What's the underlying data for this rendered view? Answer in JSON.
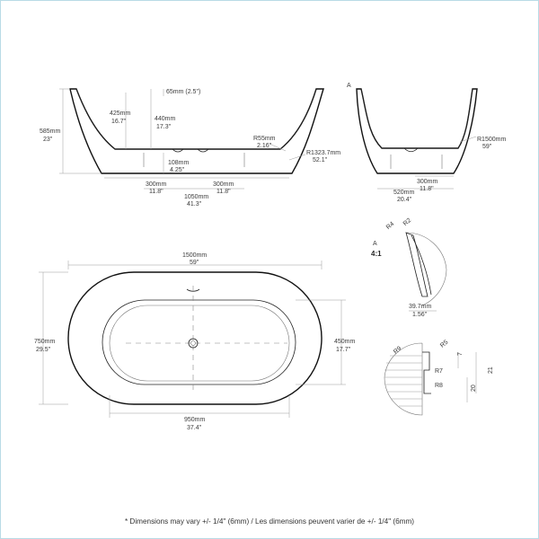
{
  "front_view": {
    "labels": {
      "d65": "65mm (2.5\")",
      "d425_mm": "425mm",
      "d425_in": "16.7\"",
      "d440_mm": "440mm",
      "d440_in": "17.3\"",
      "d585_mm": "585mm",
      "d585_in": "23\"",
      "r55_mm": "R55mm",
      "r55_in": "2.16\"",
      "r1323_mm": "R1323.7mm",
      "r1323_in": "52.1\"",
      "d108_mm": "108mm",
      "d108_in": "4.25\"",
      "d300a_mm": "300mm",
      "d300a_in": "11.8\"",
      "d300b_mm": "300mm",
      "d300b_in": "11.8\"",
      "d1050_mm": "1050mm",
      "d1050_in": "41.3\""
    }
  },
  "side_view": {
    "marker": "A",
    "labels": {
      "r1500_mm": "R1500mm",
      "r1500_in": "59\"",
      "d300_mm": "300mm",
      "d300_in": "11.8\"",
      "d520_mm": "520mm",
      "d520_in": "20.4\""
    }
  },
  "detail_a": {
    "marker": "A",
    "scale": "4:1",
    "labels": {
      "r4": "R4",
      "r2": "R2",
      "d39_mm": "39.7mm",
      "d39_in": "1.56\""
    }
  },
  "top_view": {
    "labels": {
      "d1500_mm": "1500mm",
      "d1500_in": "59\"",
      "d750_mm": "750mm",
      "d750_in": "29.5\"",
      "d450_mm": "450mm",
      "d450_in": "17.7\"",
      "d950_mm": "950mm",
      "d950_in": "37.4\""
    }
  },
  "drain_detail": {
    "labels": {
      "r9": "R9",
      "r5": "R5",
      "r7": "R7",
      "r8": "R8",
      "n7": "7",
      "n20": "20",
      "n21": "21"
    }
  },
  "footer": "* Dimensions may vary +/- 1/4\" (6mm) / Les dimensions peuvent varier de +/- 1/4\" (6mm)"
}
